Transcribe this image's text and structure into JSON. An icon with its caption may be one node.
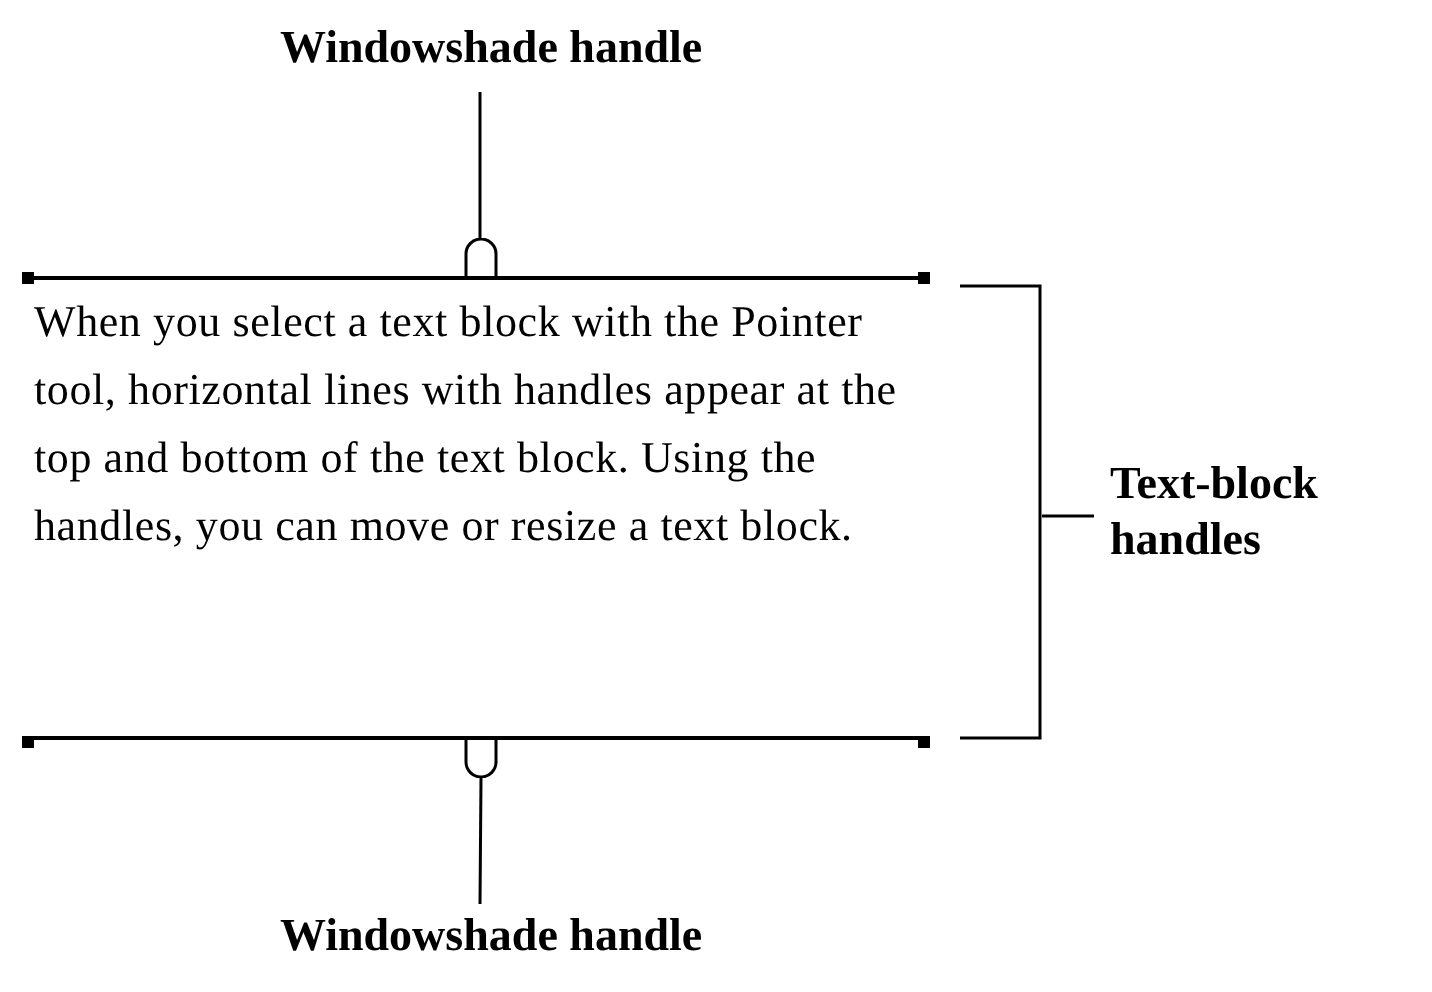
{
  "diagram": {
    "nodes": [
      {
        "text": [
          "Windowshade handle"
        ]
      },
      {
        "text": [],
        "shape": "box"
      },
      {
        "text": [
          "When you select a text block with the Pointer tool, horizontal lines with handles appear at the top and bottom of the text block.  Using the handles, you can move or resize a text block."
        ]
      },
      {
        "text": [],
        "shape": "box"
      },
      {
        "text": [
          "Windowshade handle"
        ]
      },
      {
        "text": [
          "Text-block handles"
        ]
      },
      {
        "text": [],
        "shape": "bracket"
      }
    ],
    "edges": [
      {
        "from": 0,
        "to": 1,
        "arrow": "none"
      },
      {
        "from": 4,
        "to": 3,
        "arrow": "none"
      },
      {
        "from": 5,
        "to": 6,
        "arrow": "none"
      }
    ]
  }
}
